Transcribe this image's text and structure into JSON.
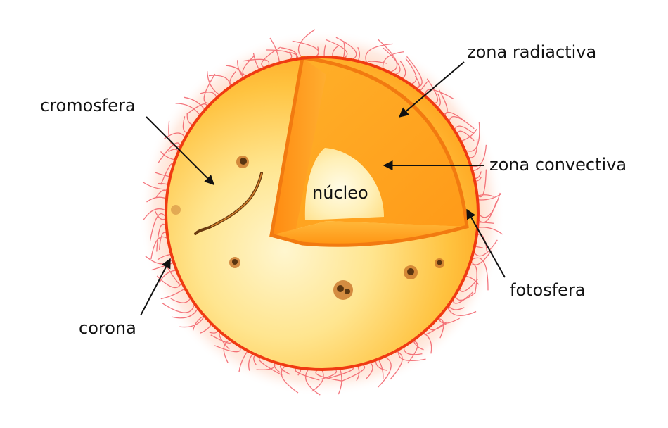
{
  "labels": {
    "zona_radiactiva": "zona radiactiva",
    "cromosfera": "cromosfera",
    "zona_convectiva": "zona convectiva",
    "nucleo": "núcleo",
    "fotosfera": "fotosfera",
    "corona": "corona"
  },
  "colors": {
    "rim": "#f03a12",
    "photosphere": "#ffc240",
    "cut_face": "#ffa41f",
    "core": "#fff3c4",
    "corona_flames": "#f04a55",
    "arrow": "#111111"
  }
}
